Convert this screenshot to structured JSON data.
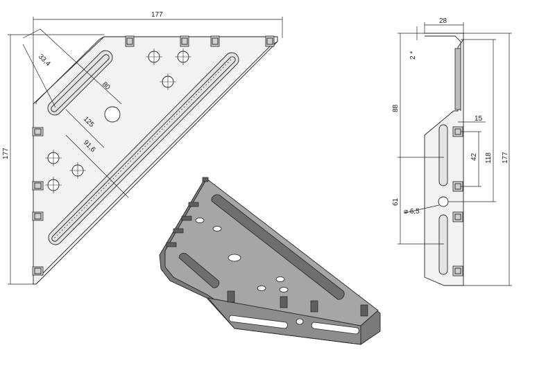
{
  "drawing": {
    "front_view": {
      "dim_width": "177",
      "dim_height": "177",
      "dim_slot_offset": "33,4",
      "dim_slot_short": "80",
      "dim_hole_line": "125",
      "dim_slot_long": "91,6"
    },
    "side_view": {
      "dim_top": "28",
      "dim_thickness": "2 *",
      "dim_upper": "88",
      "dim_flange": "15",
      "dim_slot_pitch": "42",
      "dim_mid": "118",
      "dim_total": "177",
      "dim_lower": "61",
      "dim_hole": "⌀ 6,5"
    }
  }
}
